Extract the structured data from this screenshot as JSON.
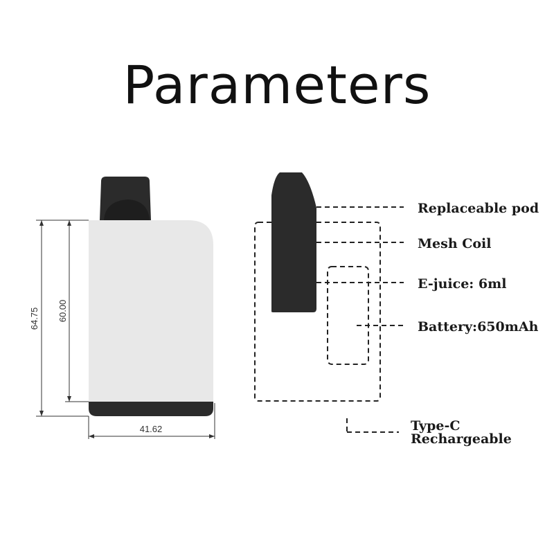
{
  "title": "Parameters",
  "dimensions": {
    "total_height": "64.75",
    "body_height": "60.00",
    "width": "41.62"
  },
  "labels": {
    "replaceable_pod": "Replaceable pod",
    "mesh_coil": "Mesh Coil",
    "ejuice": "E-juice: 6ml",
    "battery": "Battery:650mAh",
    "typec_line1": "Type-C",
    "typec_line2": "Rechargeable"
  },
  "colors": {
    "body": "#e8e8e8",
    "mouthpiece": "#2b2b2b",
    "base": "#2b2b2b",
    "line": "#222222"
  }
}
